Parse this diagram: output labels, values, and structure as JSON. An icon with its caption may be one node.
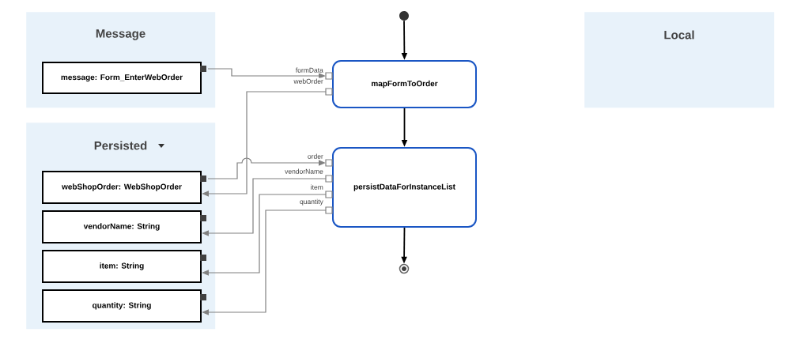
{
  "diagram": {
    "nodes": [
      {
        "text": [
          "Message"
        ]
      },
      {
        "text": [
          "message: Form_EnterWebOrder"
        ],
        "in": 0
      },
      {
        "text": [
          "Persisted"
        ]
      },
      {
        "text": [
          "webShopOrder: WebShopOrder"
        ],
        "in": 2
      },
      {
        "text": [
          "vendorName: String"
        ],
        "in": 2
      },
      {
        "text": [
          "item: String"
        ],
        "in": 2
      },
      {
        "text": [
          "quantity: String"
        ],
        "in": 2
      },
      {
        "text": [
          "Local"
        ]
      },
      {
        "text": [],
        "shape": "circle"
      },
      {
        "text": [
          "mapFormToOrder"
        ]
      },
      {
        "text": [
          "persistDataForInstanceList"
        ]
      },
      {
        "text": [],
        "shape": "circle"
      }
    ],
    "edges": [
      {
        "from": 8,
        "to": 9,
        "arrow": "to",
        "color": "#000000"
      },
      {
        "from": 9,
        "to": 10,
        "arrow": "to",
        "color": "#000000"
      },
      {
        "from": 10,
        "to": 11,
        "arrow": "to",
        "color": "#000000"
      },
      {
        "from": 1,
        "to": 9,
        "arrow": "to",
        "label": "formData"
      },
      {
        "from": 9,
        "to": 3,
        "arrow": "to",
        "label": "webOrder"
      },
      {
        "from": 3,
        "to": 10,
        "arrow": "to",
        "label": "order"
      },
      {
        "from": 10,
        "to": 4,
        "arrow": "to",
        "label": "vendorName"
      },
      {
        "from": 10,
        "to": 5,
        "arrow": "to",
        "label": "item"
      },
      {
        "from": 10,
        "to": 6,
        "arrow": "to",
        "label": "quantity"
      }
    ]
  }
}
